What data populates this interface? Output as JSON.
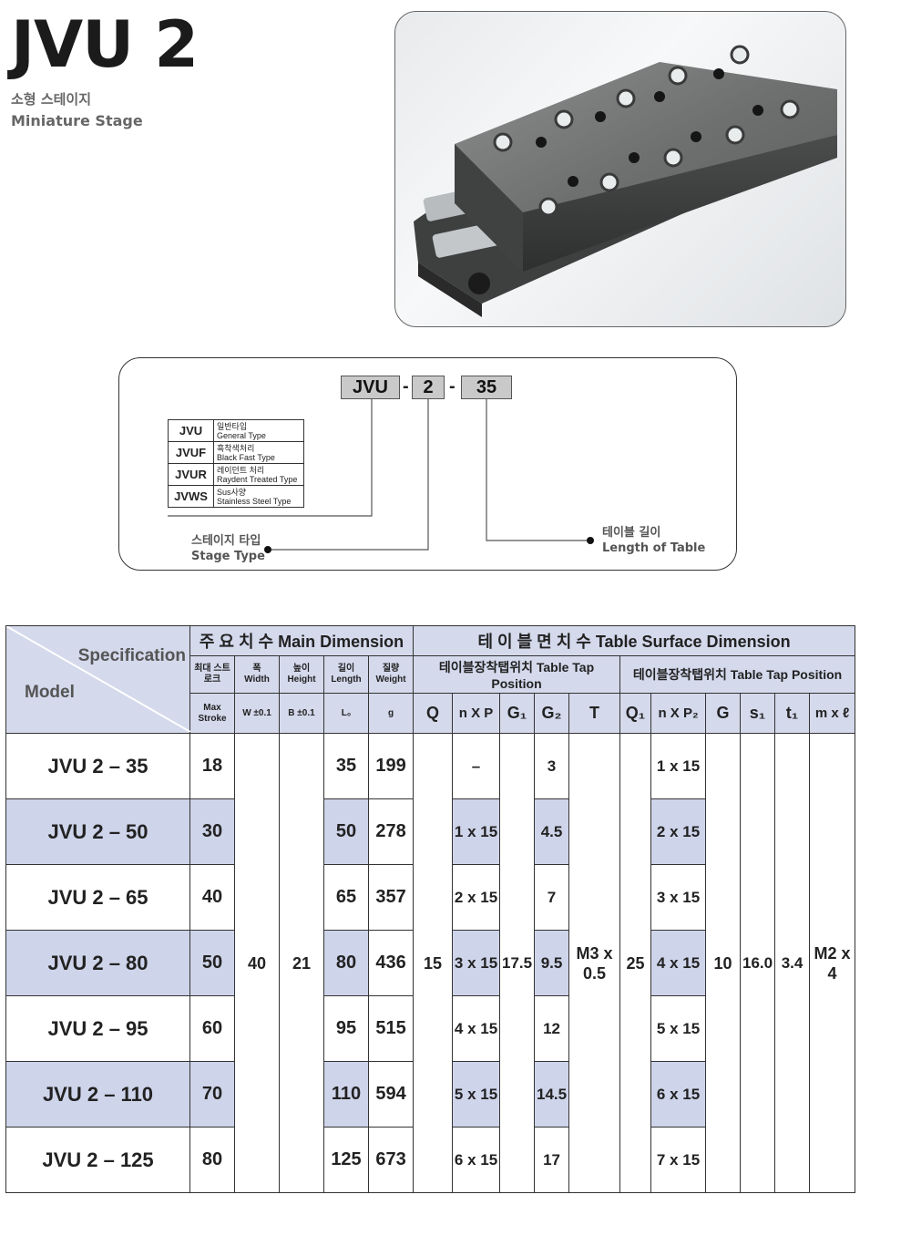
{
  "header": {
    "title": "JVU 2",
    "subtitle_ko": "소형 스테이지",
    "subtitle_en": "Miniature Stage"
  },
  "ordering_code": {
    "segments": [
      "JVU",
      "2",
      "35"
    ],
    "separator": "-",
    "types": [
      {
        "code": "JVU",
        "ko": "일반타입",
        "en": "General Type"
      },
      {
        "code": "JVUF",
        "ko": "흑착색처리",
        "en": "Black Fast Type"
      },
      {
        "code": "JVUR",
        "ko": "레이던트 처리",
        "en": "Raydent Treated Type"
      },
      {
        "code": "JVWS",
        "ko": "Sus사양",
        "en": "Stainless Steel Type"
      }
    ],
    "stage_type_label_ko": "스테이지 타입",
    "stage_type_label_en": "Stage Type",
    "length_label_ko": "테이블 길이",
    "length_label_en": "Length of Table"
  },
  "spec_table": {
    "corner_spec": "Specification",
    "corner_model": "Model",
    "main_dimension": "주 요 치 수 Main Dimension",
    "table_surface": "테 이 블 면 치 수 Table Surface Dimension",
    "tap_position_1": "테이블장착탭위치 Table Tap Position",
    "tap_position_2": "테이블장착탭위치 Table Tap Position",
    "col_stroke_ko": "최대 스트로크",
    "col_stroke_en": "Max Stroke",
    "col_width_ko": "폭",
    "col_width_en": "Width",
    "col_width_sym": "W ±0.1",
    "col_height_ko": "높이",
    "col_height_en": "Height",
    "col_height_sym": "B ±0.1",
    "col_length_ko": "길이",
    "col_length_en": "Length",
    "col_length_sym": "L₀",
    "col_weight_ko": "질량",
    "col_weight_en": "Weight",
    "col_weight_sym": "g",
    "sym_q": "Q",
    "sym_np": "n X P",
    "sym_g1": "G₁",
    "sym_g2": "G₂",
    "sym_t": "T",
    "sym_q1": "Q₁",
    "sym_np2": "n X P₂",
    "sym_g": "G",
    "sym_s1": "s₁",
    "sym_t1": "t₁",
    "sym_ml": "m x ℓ",
    "common": {
      "width": "40",
      "height": "21",
      "q": "15",
      "g1": "17.5",
      "t": "M3 x 0.5",
      "q1": "25",
      "g": "10",
      "s1": "16.0",
      "t1": "3.4",
      "ml": "M2 x 4"
    },
    "rows": [
      {
        "model": "JVU 2 – 35",
        "stroke": "18",
        "length": "35",
        "weight": "199",
        "np": "–",
        "g2": "3",
        "np2": "1 x 15"
      },
      {
        "model": "JVU 2 – 50",
        "stroke": "30",
        "length": "50",
        "weight": "278",
        "np": "1 x 15",
        "g2": "4.5",
        "np2": "2 x 15"
      },
      {
        "model": "JVU 2 – 65",
        "stroke": "40",
        "length": "65",
        "weight": "357",
        "np": "2 x 15",
        "g2": "7",
        "np2": "3 x 15"
      },
      {
        "model": "JVU 2 – 80",
        "stroke": "50",
        "length": "80",
        "weight": "436",
        "np": "3 x 15",
        "g2": "9.5",
        "np2": "4 x 15"
      },
      {
        "model": "JVU 2 – 95",
        "stroke": "60",
        "length": "95",
        "weight": "515",
        "np": "4 x 15",
        "g2": "12",
        "np2": "5 x 15"
      },
      {
        "model": "JVU 2 – 110",
        "stroke": "70",
        "length": "110",
        "weight": "594",
        "np": "5 x 15",
        "g2": "14.5",
        "np2": "6 x 15"
      },
      {
        "model": "JVU 2 – 125",
        "stroke": "80",
        "length": "125",
        "weight": "673",
        "np": "6 x 15",
        "g2": "17",
        "np2": "7 x 15"
      }
    ]
  }
}
